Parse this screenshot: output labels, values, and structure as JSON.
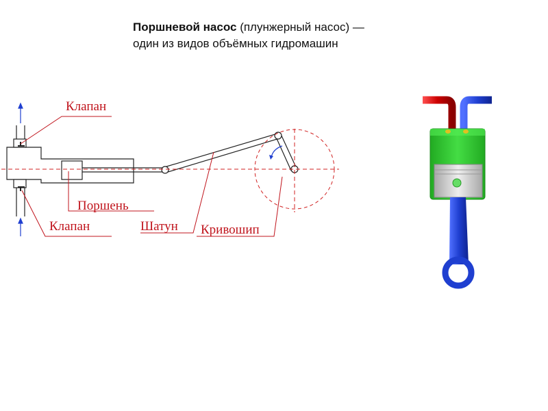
{
  "title": {
    "bold": "Поршневой насос",
    "rest": " (плунжерный насос) — один из видов объёмных гидромашин"
  },
  "labels": {
    "valve_top": "Клапан",
    "valve_bottom": "Клапан",
    "piston": "Поршень",
    "rod": "Шатун",
    "crank": "Кривошип"
  },
  "colors": {
    "label_red": "#c0141c",
    "pipe_red": "#cc0000",
    "pipe_blue": "#1f3fd0",
    "cylinder_green": "#33cc33",
    "piston_gray": "#cccccc",
    "rod_blue": "#1f3fd0",
    "valve_yellow": "#e0c020"
  }
}
